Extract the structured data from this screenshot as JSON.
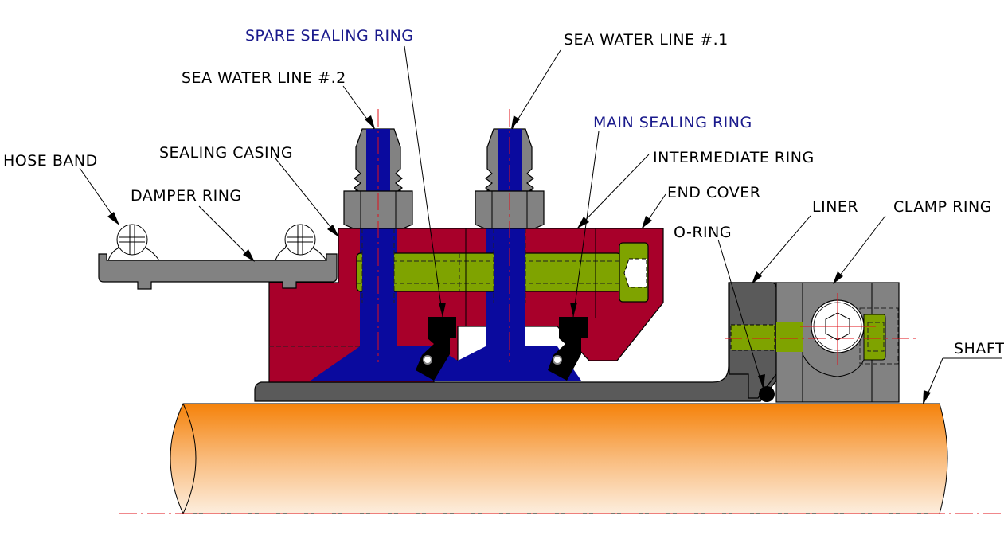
{
  "title": "Stern tube sealing assembly cross-section",
  "colors": {
    "sealing_casing": "#a8002a",
    "passage_blue": "#0a0a9e",
    "bolt_green": "#7fa300",
    "metal_grey": "#828282",
    "dark_grey": "#5a5a5a",
    "shaft_orange": "#f5820a",
    "shaft_light": "#fde7d0",
    "center_line": "#e0101a",
    "seal_black": "#000000",
    "blue_label": "#1a1a8c"
  },
  "labels": {
    "spare_sealing_ring": "SPARE SEALING RING",
    "sea_water_line_1": "SEA WATER LINE #.1",
    "sea_water_line_2": "SEA WATER LINE #.2",
    "main_sealing_ring": "MAIN SEALING RING",
    "intermediate_ring": "INTERMEDIATE RING",
    "end_cover": "END COVER",
    "hose_band": "HOSE BAND",
    "sealing_casing": "SEALING CASING",
    "damper_ring": "DAMPER RING",
    "o_ring": "O-RING",
    "liner": "LINER",
    "clamp_ring": "CLAMP RING",
    "shaft": "SHAFT"
  }
}
